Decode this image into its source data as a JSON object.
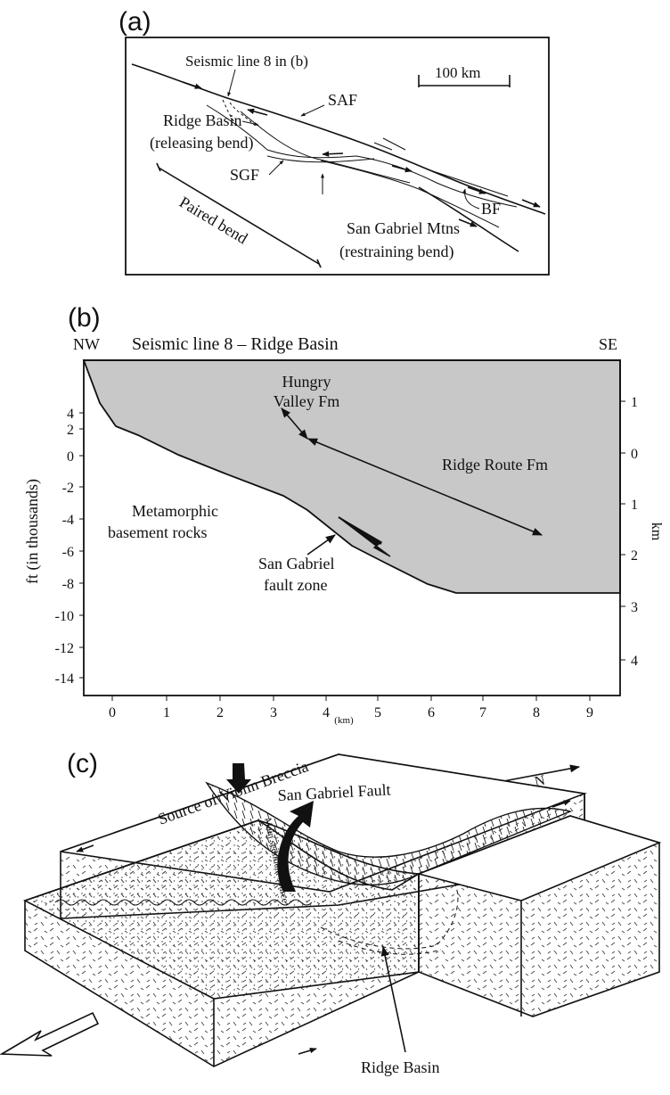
{
  "panel_a": {
    "label": "(a)",
    "scale_label": "100  km",
    "seismic_line_label": "Seismic line 8 in (b)",
    "saf": "SAF",
    "ridge_basin": "Ridge Basin",
    "releasing_bend": "(releasing bend)",
    "sgf": "SGF",
    "paired_bend": "Paired bend",
    "san_gabriel_mtns": "San Gabriel Mtns",
    "restraining_bend": "(restraining bend)",
    "bf": "BF"
  },
  "panel_b": {
    "label": "(b)",
    "title": "Seismic line 8 – Ridge Basin",
    "nw": "NW",
    "se": "SE",
    "y_label": "ft (in thousands)",
    "y2_label": "km",
    "x_unit": "(km)",
    "y_ticks": [
      "4",
      "2",
      "0",
      "-2",
      "-4",
      "-6",
      "-8",
      "-10",
      "-12",
      "-14"
    ],
    "x_ticks": [
      "0",
      "1",
      "2",
      "3",
      "4",
      "5",
      "6",
      "7",
      "8",
      "9"
    ],
    "km_ticks": [
      "1",
      "0",
      "1",
      "2",
      "3",
      "4"
    ],
    "hungry_valley_1": "Hungry",
    "hungry_valley_2": "Valley Fm",
    "ridge_route": "Ridge Route Fm",
    "metamorphic_1": "Metamorphic",
    "metamorphic_2": "basement rocks",
    "sgfz_1": "San Gabriel",
    "sgfz_2": "fault zone",
    "fill_color": "#c8c8c8"
  },
  "panel_c": {
    "label": "(c)",
    "violin": "Source of Violin Breccia",
    "sgf": "San Gabriel Fault",
    "main_source": "Main sediment source",
    "ridge_basin": "Ridge Basin",
    "north": "N"
  }
}
